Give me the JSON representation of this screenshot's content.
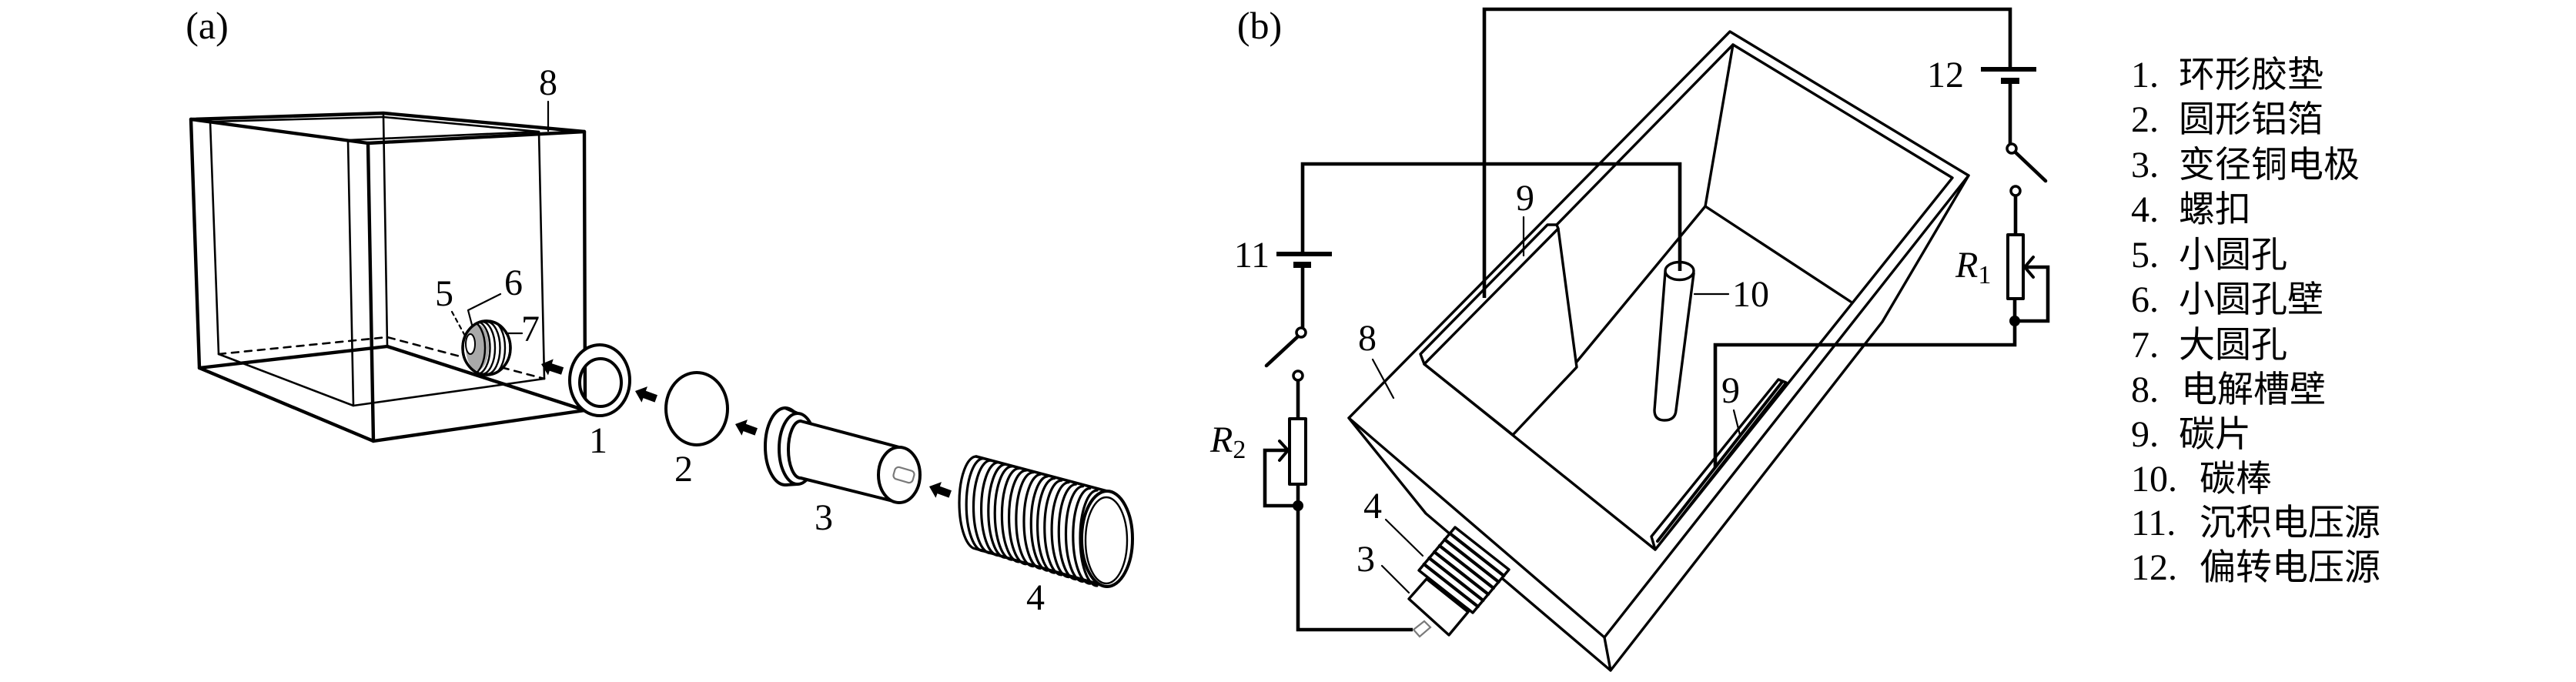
{
  "colors": {
    "ink": "#000000",
    "paper": "#ffffff",
    "hole_shade": "#a9a9a9",
    "pin": "#7a7a7a"
  },
  "panel_a": {
    "label": "(a)",
    "callouts": {
      "ring_gasket": "1",
      "aluminum_foil": "2",
      "copper_electrode": "3",
      "threaded_sleeve": "4",
      "small_hole": "5",
      "small_hole_wall": "6",
      "large_hole": "7",
      "cell_wall": "8"
    }
  },
  "panel_b": {
    "label": "(b)",
    "callouts": {
      "copper_electrode": "3",
      "threaded_sleeve": "4",
      "cell_wall": "8",
      "carbon_plate_left": "9",
      "carbon_plate_right": "9",
      "carbon_rod": "10",
      "deposition_source": "11",
      "deflection_source": "12"
    },
    "resistors": {
      "r1": {
        "symbol": "R",
        "subscript": "1"
      },
      "r2": {
        "symbol": "R",
        "subscript": "2"
      }
    }
  },
  "legend": [
    {
      "number": "1.",
      "label": "环形胶垫"
    },
    {
      "number": "2.",
      "label": "圆形铝箔"
    },
    {
      "number": "3.",
      "label": "变径铜电极"
    },
    {
      "number": "4.",
      "label": "螺扣"
    },
    {
      "number": "5.",
      "label": "小圆孔"
    },
    {
      "number": "6.",
      "label": "小圆孔壁"
    },
    {
      "number": "7.",
      "label": "大圆孔"
    },
    {
      "number": "8.",
      "label": "电解槽壁"
    },
    {
      "number": "9.",
      "label": "碳片"
    },
    {
      "number": "10.",
      "label": "碳棒"
    },
    {
      "number": "11.",
      "label": "沉积电压源"
    },
    {
      "number": "12.",
      "label": "偏转电压源"
    }
  ]
}
